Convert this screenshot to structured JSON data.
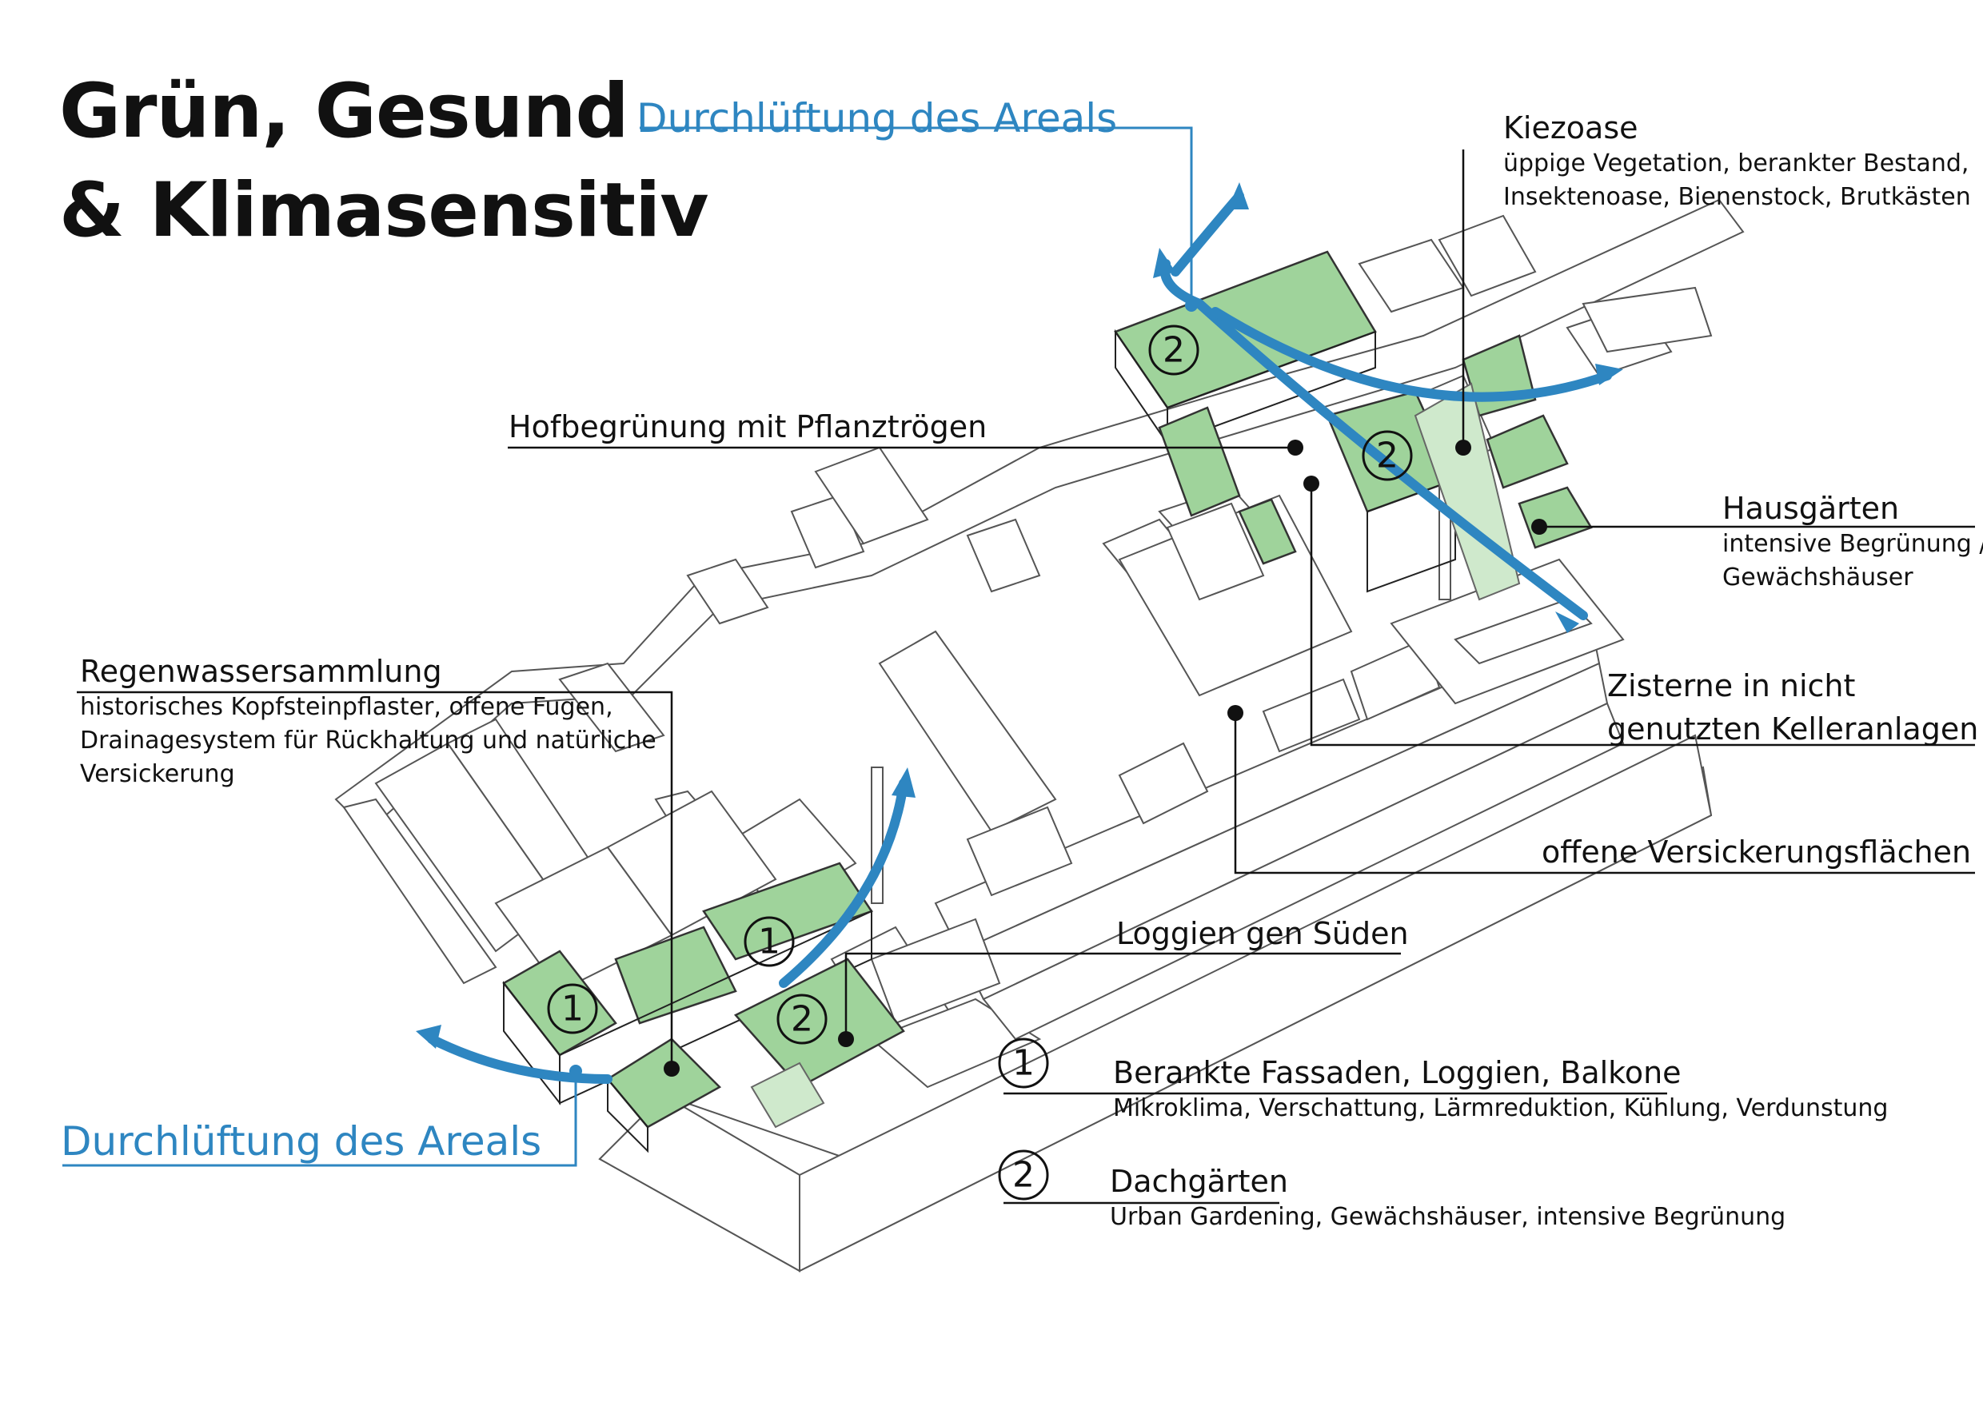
{
  "title": {
    "line1": "Grün, Gesund",
    "line2": "& Klimasensitiv"
  },
  "airflow_top": "Durchlüftung des Areals",
  "airflow_bottom": "Durchlüftung des Areals",
  "kiezoase": {
    "title": "Kiezoase",
    "line1": "üppige Vegetation, berankter Bestand,",
    "line2": "Insektenoase, Bienenstock, Brutkästen"
  },
  "hofbegruenung": {
    "title": "Hofbegrünung mit Pflanztrögen"
  },
  "hausgaerten": {
    "title": "Hausgärten",
    "line1": "intensive Begrünung /",
    "line2": "Gewächshäuser"
  },
  "regenwasser": {
    "title": "Regenwassersammlung",
    "line1": "historisches Kopfsteinpflaster, offene Fugen,",
    "line2": "Drainagesystem für Rückhaltung und natürliche",
    "line3": "Versickerung"
  },
  "zisterne": {
    "line1": "Zisterne in nicht",
    "line2": "genutzten Kelleranlagen"
  },
  "versickerung": {
    "title": "offene Versickerungsflächen"
  },
  "loggien": {
    "title": "Loggien gen Süden"
  },
  "legend": [
    {
      "badge": "1",
      "title": "Berankte Fassaden, Loggien, Balkone",
      "desc": "Mikroklima, Verschattung, Lärmreduktion, Kühlung, Verdunstung"
    },
    {
      "badge": "2",
      "title": "Dachgärten",
      "desc": "Urban Gardening, Gewächshäuser, intensive Begrünung"
    }
  ],
  "map_badges": [
    "2",
    "2",
    "1",
    "1",
    "2"
  ],
  "colors": {
    "accent_blue": "#2e86c1",
    "roof_green": "#9fd39b",
    "light_green": "#cfe9cc"
  }
}
